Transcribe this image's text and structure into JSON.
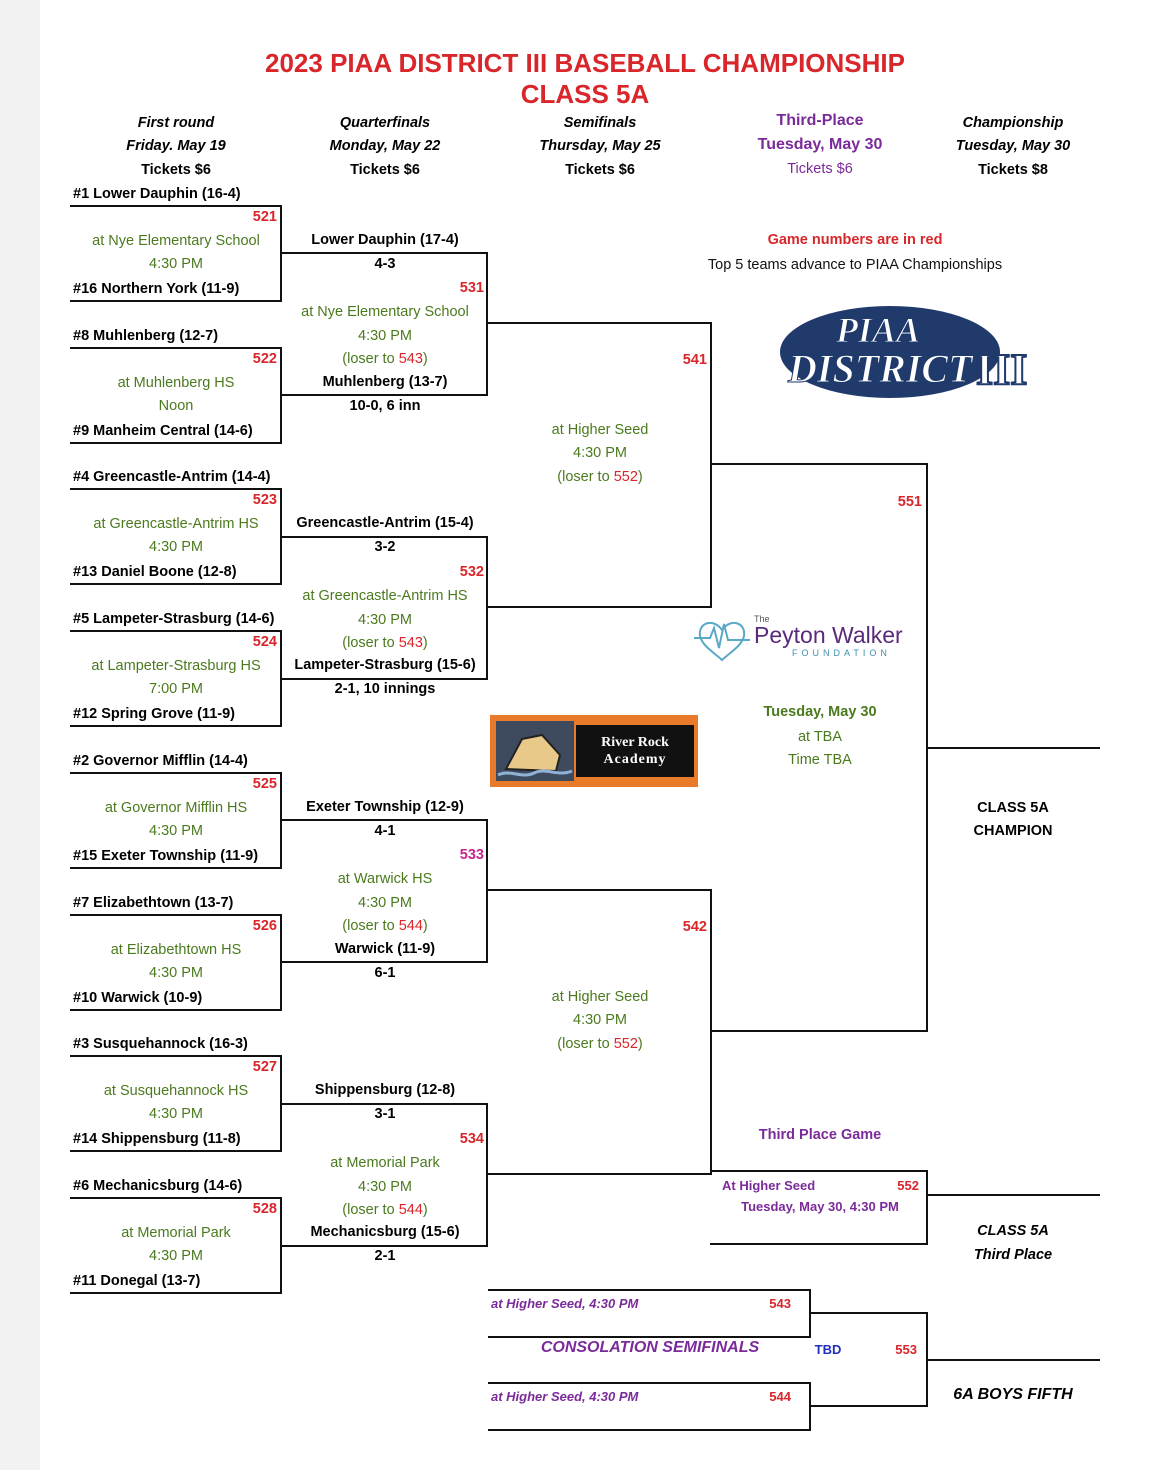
{
  "title": "2023 PIAA DISTRICT III BASEBALL CHAMPIONSHIP",
  "subtitle": "CLASS 5A",
  "rounds": [
    {
      "name": "First round",
      "date": "Friday. May 19",
      "tickets": "Tickets $6"
    },
    {
      "name": "Quarterfinals",
      "date": "Monday, May 22",
      "tickets": "Tickets $6"
    },
    {
      "name": "Semifinals",
      "date": "Thursday, May 25",
      "tickets": "Tickets $6"
    },
    {
      "name": "Third-Place",
      "date": "Tuesday, May 30",
      "tickets": "Tickets $6"
    },
    {
      "name": "Championship",
      "date": "Tuesday, May 30",
      "tickets": "Tickets $8"
    }
  ],
  "first_round": [
    {
      "top": "#1 Lower Dauphin (16-4)",
      "num": "521",
      "site": "at Nye Elementary School",
      "time": "4:30 PM",
      "bottom": "#16 Northern York (11-9)"
    },
    {
      "top": "#8 Muhlenberg (12-7)",
      "num": "522",
      "site": "at Muhlenberg HS",
      "time": "Noon",
      "bottom": "#9 Manheim Central (14-6)"
    },
    {
      "top": "#4 Greencastle-Antrim (14-4)",
      "num": "523",
      "site": "at Greencastle-Antrim HS",
      "time": "4:30 PM",
      "bottom": "#13 Daniel Boone (12-8)"
    },
    {
      "top": "#5 Lampeter-Strasburg (14-6)",
      "num": "524",
      "site": "at Lampeter-Strasburg HS",
      "time": "7:00 PM",
      "bottom": "#12  Spring Grove (11-9)"
    },
    {
      "top": "#2 Governor Mifflin (14-4)",
      "num": "525",
      "site": "at Governor Mifflin HS",
      "time": "4:30 PM",
      "bottom": "#15 Exeter Township (11-9)"
    },
    {
      "top": "#7 Elizabethtown (13-7)",
      "num": "526",
      "site": "at Elizabethtown HS",
      "time": "4:30 PM",
      "bottom": "#10 Warwick (10-9)"
    },
    {
      "top": "#3 Susquehannock (16-3)",
      "num": "527",
      "site": "at Susquehannock HS",
      "time": "4:30 PM",
      "bottom": "#14 Shippensburg (11-8)"
    },
    {
      "top": "#6 Mechanicsburg (14-6)",
      "num": "528",
      "site": "at Memorial Park",
      "time": "4:30 PM",
      "bottom": "#11 Donegal (13-7)"
    }
  ],
  "first_round_results": [
    {
      "winner": "Lower Dauphin (17-4)",
      "score": "4-3"
    },
    {
      "winner": "Muhlenberg (13-7)",
      "score": "10-0, 6 inn"
    },
    {
      "winner": "Greencastle-Antrim (15-4)",
      "score": "3-2"
    },
    {
      "winner": "Lampeter-Strasburg (15-6)",
      "score": "2-1, 10 innings"
    },
    {
      "winner": "Exeter Township (12-9)",
      "score": "4-1"
    },
    {
      "winner": "Warwick (11-9)",
      "score": "6-1"
    },
    {
      "winner": "Shippensburg (12-8)",
      "score": "3-1"
    },
    {
      "winner": "Mechanicsburg (15-6)",
      "score": "2-1"
    }
  ],
  "quarterfinals": [
    {
      "num": "531",
      "site": "at Nye Elementary School",
      "time": "4:30 PM",
      "loser_prefix": "(loser to ",
      "loser_num": "543",
      "loser_suffix": ")"
    },
    {
      "num": "532",
      "site": "at Greencastle-Antrim HS",
      "time": "4:30 PM",
      "loser_prefix": "(loser to ",
      "loser_num": "543",
      "loser_suffix": ")"
    },
    {
      "num": "533",
      "site": "at Warwick HS",
      "time": "4:30 PM",
      "loser_prefix": "(loser to ",
      "loser_num": "544",
      "loser_suffix": ")"
    },
    {
      "num": "534",
      "site": "at Memorial Park",
      "time": "4:30 PM",
      "loser_prefix": "(loser to ",
      "loser_num": "544",
      "loser_suffix": ")"
    }
  ],
  "semifinals": [
    {
      "num": "541",
      "site": "at Higher Seed",
      "time": "4:30 PM",
      "loser_prefix": "(loser to ",
      "loser_num": "552",
      "loser_suffix": ")"
    },
    {
      "num": "542",
      "site": "at Higher Seed",
      "time": "4:30 PM",
      "loser_prefix": "(loser to ",
      "loser_num": "552",
      "loser_suffix": ")"
    }
  ],
  "notes": {
    "game_numbers": "Game numbers are in red",
    "advance": "Top 5 teams advance to PIAA Championships"
  },
  "final": {
    "num": "551",
    "date": "Tuesday, May 30",
    "site": "at TBA",
    "time": "Time TBA",
    "champion_line1": "CLASS 5A",
    "champion_line2": "CHAMPION"
  },
  "third_place": {
    "title": "Third Place Game",
    "site": "At Higher Seed",
    "num": "552",
    "time": "Tuesday, May 30, 4:30 PM",
    "label_line1": "CLASS 5A",
    "label_line2": "Third Place"
  },
  "consolation": {
    "game1": "at Higher Seed, 4:30 PM",
    "num1": "543",
    "title": "CONSOLATION SEMIFINALS",
    "tbd": "TBD",
    "num3": "553",
    "game2": "at Higher Seed, 4:30 PM",
    "num2": "544",
    "fifth": "6A BOYS FIFTH"
  },
  "logos": {
    "piaa_line1": "PIAA",
    "piaa_line2": "DISTRICT",
    "piaa_roman": "III",
    "peyton_the": "The",
    "peyton_name": "Peyton Walker",
    "peyton_foundation": "FOUNDATION",
    "river_line1": "River Rock",
    "river_line2": "Academy"
  },
  "colors": {
    "red": "#d8262b",
    "green": "#4b7a1e",
    "purple": "#7b2a9a",
    "navy": "#1f3a6b",
    "magenta": "#c6258e"
  }
}
